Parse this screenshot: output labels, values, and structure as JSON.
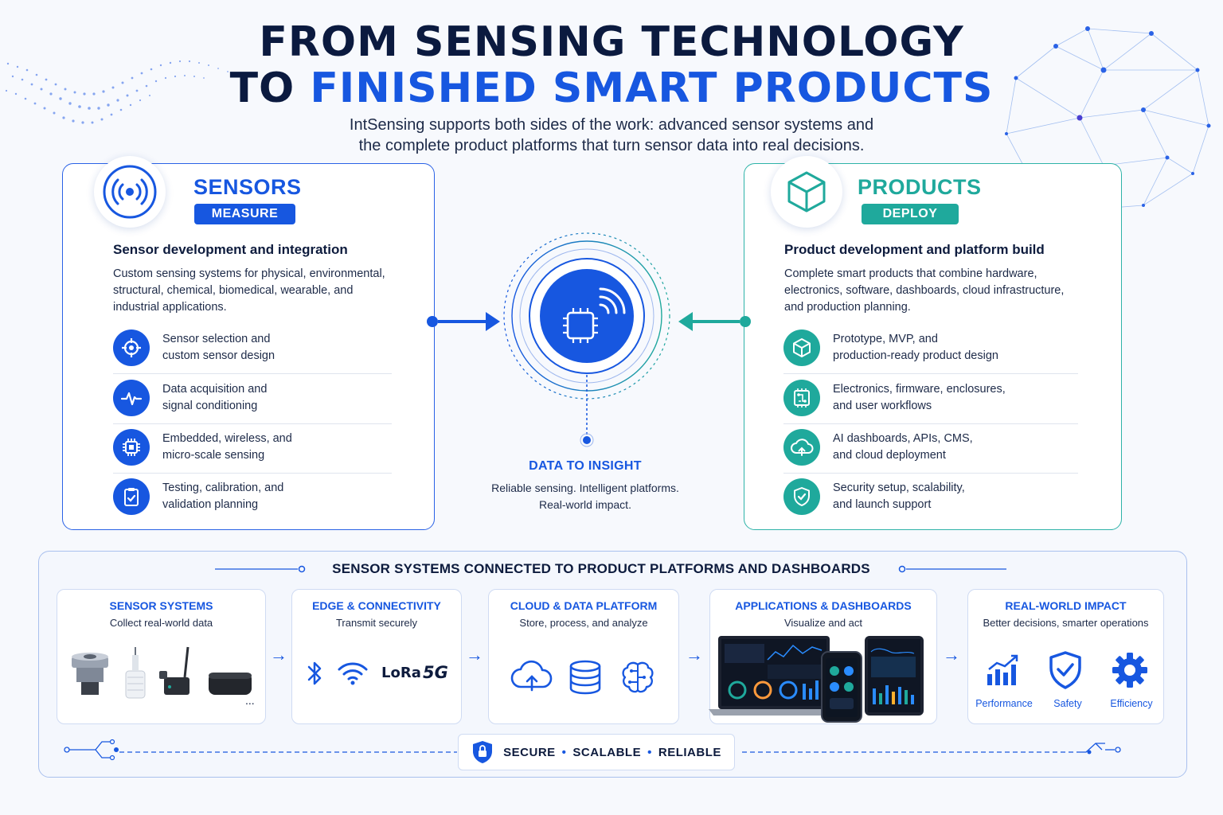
{
  "colors": {
    "navy": "#0b1a3f",
    "blue": "#1757e0",
    "teal": "#1fa99c",
    "light_blue": "#a9c0ee"
  },
  "header": {
    "line1": "FROM SENSING TECHNOLOGY",
    "line2_dark": "TO",
    "line2_blue": "FINISHED SMART PRODUCTS",
    "subtitle_line1": "IntSensing supports both sides of the work: advanced sensor systems and",
    "subtitle_line2": "the complete product platforms that turn sensor data into real decisions."
  },
  "sensors": {
    "title": "SENSORS",
    "tag": "MEASURE",
    "heading": "Sensor development and integration",
    "desc": [
      "Custom sensing systems for physical, environmental,",
      "structural, chemical, biomedical, wearable, and",
      "industrial applications."
    ],
    "items": [
      {
        "icon": "crosshair-icon",
        "line1": "Sensor selection and",
        "line2": "custom sensor design"
      },
      {
        "icon": "waveform-icon",
        "line1": "Data acquisition and",
        "line2": "signal conditioning"
      },
      {
        "icon": "chip-icon",
        "line1": "Embedded, wireless, and",
        "line2": "micro-scale sensing"
      },
      {
        "icon": "clipboard-check-icon",
        "line1": "Testing, calibration, and",
        "line2": "validation planning"
      }
    ]
  },
  "products": {
    "title": "PRODUCTS",
    "tag": "DEPLOY",
    "heading": "Product development and platform build",
    "desc": [
      "Complete smart products that combine hardware,",
      "electronics, software, dashboards, cloud infrastructure,",
      "and production planning."
    ],
    "items": [
      {
        "icon": "cube-icon",
        "line1": "Prototype, MVP, and",
        "line2": "production-ready product design"
      },
      {
        "icon": "circuit-board-icon",
        "line1": "Electronics, firmware, enclosures,",
        "line2": "and user workflows"
      },
      {
        "icon": "cloud-upload-icon",
        "line1": "AI dashboards, APIs, CMS,",
        "line2": "and cloud deployment"
      },
      {
        "icon": "shield-check-icon",
        "line1": "Security setup, scalability,",
        "line2": "and launch support"
      }
    ]
  },
  "center": {
    "title": "DATA TO INSIGHT",
    "line1": "Reliable sensing. Intelligent platforms.",
    "line2": "Real-world impact."
  },
  "pipeline": {
    "title": "SENSOR SYSTEMS CONNECTED TO PRODUCT PLATFORMS AND DASHBOARDS",
    "stages": [
      {
        "title": "SENSOR SYSTEMS",
        "sub": "Collect real-world data",
        "more": "..."
      },
      {
        "title": "EDGE & CONNECTIVITY",
        "sub": "Transmit securely",
        "protocols": [
          "LoRa",
          "5G"
        ]
      },
      {
        "title": "CLOUD & DATA PLATFORM",
        "sub": "Store, process, and analyze"
      },
      {
        "title": "APPLICATIONS & DASHBOARDS",
        "sub": "Visualize and act"
      },
      {
        "title": "REAL-WORLD IMPACT",
        "sub": "Better decisions, smarter operations",
        "impacts": [
          "Performance",
          "Safety",
          "Efficiency"
        ]
      }
    ],
    "footer": {
      "w1": "SECURE",
      "w2": "SCALABLE",
      "w3": "RELIABLE",
      "sep": "•"
    }
  }
}
